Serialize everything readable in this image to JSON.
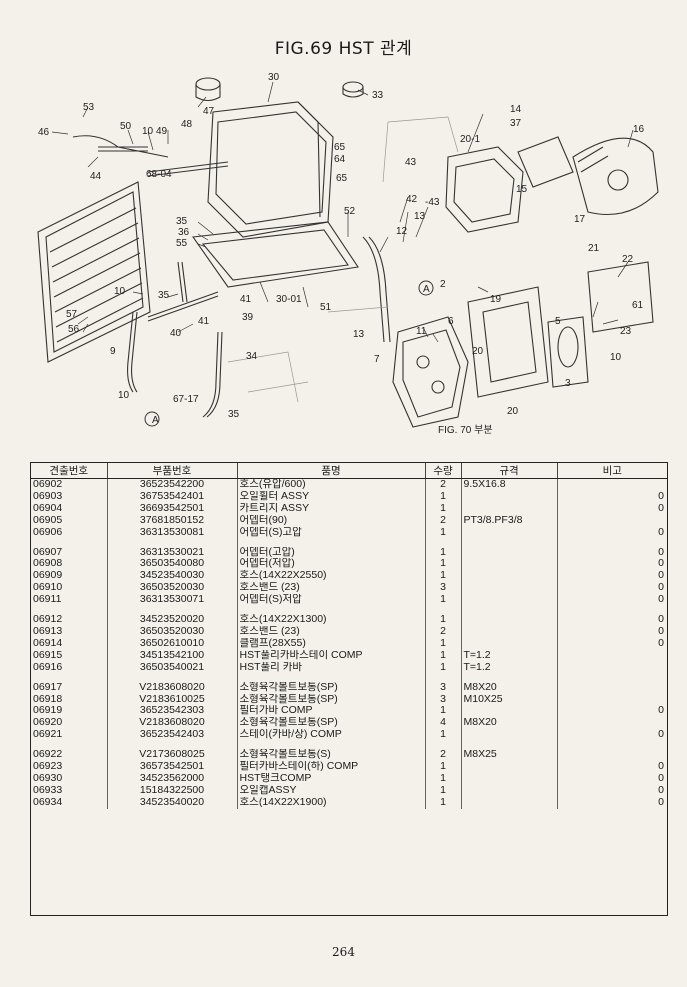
{
  "page": {
    "title": "FIG.69 HST 관계",
    "page_number": "264"
  },
  "figure": {
    "callouts": [
      "53",
      "46",
      "50",
      "10",
      "49",
      "44",
      "68-04",
      "47",
      "48",
      "30",
      "33",
      "14",
      "37",
      "16",
      "20-1",
      "65",
      "64",
      "65",
      "43",
      "42",
      "-43",
      "15",
      "52",
      "35",
      "36",
      "55",
      "13",
      "12",
      "17",
      "21",
      "22",
      "10",
      "35",
      "41",
      "30-01",
      "51",
      "57",
      "56",
      "40",
      "41",
      "39",
      "9",
      "34",
      "13",
      "A",
      "2",
      "6",
      "11",
      "7",
      "19",
      "61",
      "20",
      "5",
      "10",
      "23",
      "3",
      "20",
      "10",
      "67-17",
      "35",
      "A",
      "FIG. 70 부분"
    ],
    "fig_ref": "FIG. 70 부분"
  },
  "table": {
    "headers": [
      "견출번호",
      "부품번호",
      "품명",
      "수량",
      "규격",
      "비고"
    ],
    "groups": [
      [
        {
          "code": "06902",
          "part": "36523542200",
          "name": "호스(유압/600)",
          "qty": "2",
          "spec": "9.5X16.8",
          "zero": ""
        },
        {
          "code": "06903",
          "part": "36753542401",
          "name": "오일휠터 ASSY",
          "qty": "1",
          "spec": "",
          "zero": "0"
        },
        {
          "code": "06904",
          "part": "36693542501",
          "name": "카트리지 ASSY",
          "qty": "1",
          "spec": "",
          "zero": "0"
        },
        {
          "code": "06905",
          "part": "37681850152",
          "name": "어뎁터(90)",
          "qty": "2",
          "spec": "PT3/8.PF3/8",
          "zero": ""
        },
        {
          "code": "06906",
          "part": "36313530081",
          "name": "어뎁터(S)고압",
          "qty": "1",
          "spec": "",
          "zero": "0"
        }
      ],
      [
        {
          "code": "06907",
          "part": "36313530021",
          "name": "어뎁터(고압)",
          "qty": "1",
          "spec": "",
          "zero": "0"
        },
        {
          "code": "06908",
          "part": "36503540080",
          "name": "어뎁터(저압)",
          "qty": "1",
          "spec": "",
          "zero": "0"
        },
        {
          "code": "06909",
          "part": "34523540030",
          "name": "호스(14X22X2550)",
          "qty": "1",
          "spec": "",
          "zero": "0"
        },
        {
          "code": "06910",
          "part": "36503520030",
          "name": "호스밴드 (23)",
          "qty": "3",
          "spec": "",
          "zero": "0"
        },
        {
          "code": "06911",
          "part": "36313530071",
          "name": "어뎁터(S)저압",
          "qty": "1",
          "spec": "",
          "zero": "0"
        }
      ],
      [
        {
          "code": "06912",
          "part": "34523520020",
          "name": "호스(14X22X1300)",
          "qty": "1",
          "spec": "",
          "zero": "0"
        },
        {
          "code": "06913",
          "part": "36503520030",
          "name": "호스밴드 (23)",
          "qty": "2",
          "spec": "",
          "zero": "0"
        },
        {
          "code": "06914",
          "part": "36502610010",
          "name": "클램프(28X55)",
          "qty": "1",
          "spec": "",
          "zero": "0"
        },
        {
          "code": "06915",
          "part": "34513542100",
          "name": "HST풀리카바스테이 COMP",
          "qty": "1",
          "spec": "T=1.2",
          "zero": ""
        },
        {
          "code": "06916",
          "part": "36503540021",
          "name": "HST풀리 카바",
          "qty": "1",
          "spec": "T=1.2",
          "zero": ""
        }
      ],
      [
        {
          "code": "06917",
          "part": "V2183608020",
          "name": "소형육각볼트보통(SP)",
          "qty": "3",
          "spec": "M8X20",
          "zero": ""
        },
        {
          "code": "06918",
          "part": "V2183610025",
          "name": "소형육각볼트보통(SP)",
          "qty": "3",
          "spec": "M10X25",
          "zero": ""
        },
        {
          "code": "06919",
          "part": "36523542303",
          "name": "필터가바 COMP",
          "qty": "1",
          "spec": "",
          "zero": "0"
        },
        {
          "code": "06920",
          "part": "V2183608020",
          "name": "소형육각볼트보통(SP)",
          "qty": "4",
          "spec": "M8X20",
          "zero": ""
        },
        {
          "code": "06921",
          "part": "36523542403",
          "name": "스테이(카바/상) COMP",
          "qty": "1",
          "spec": "",
          "zero": "0"
        }
      ],
      [
        {
          "code": "06922",
          "part": "V2173608025",
          "name": "소형육각볼트보통(S)",
          "qty": "2",
          "spec": "M8X25",
          "zero": ""
        },
        {
          "code": "06923",
          "part": "36573542501",
          "name": "필터카바스테이(하) COMP",
          "qty": "1",
          "spec": "",
          "zero": "0"
        },
        {
          "code": "06930",
          "part": "34523562000",
          "name": "HST탱크COMP",
          "qty": "1",
          "spec": "",
          "zero": "0"
        },
        {
          "code": "06933",
          "part": "15184322500",
          "name": "오일캡ASSY",
          "qty": "1",
          "spec": "",
          "zero": "0"
        },
        {
          "code": "06934",
          "part": "34523540020",
          "name": "호스(14X22X1900)",
          "qty": "1",
          "spec": "",
          "zero": "0"
        }
      ]
    ]
  }
}
